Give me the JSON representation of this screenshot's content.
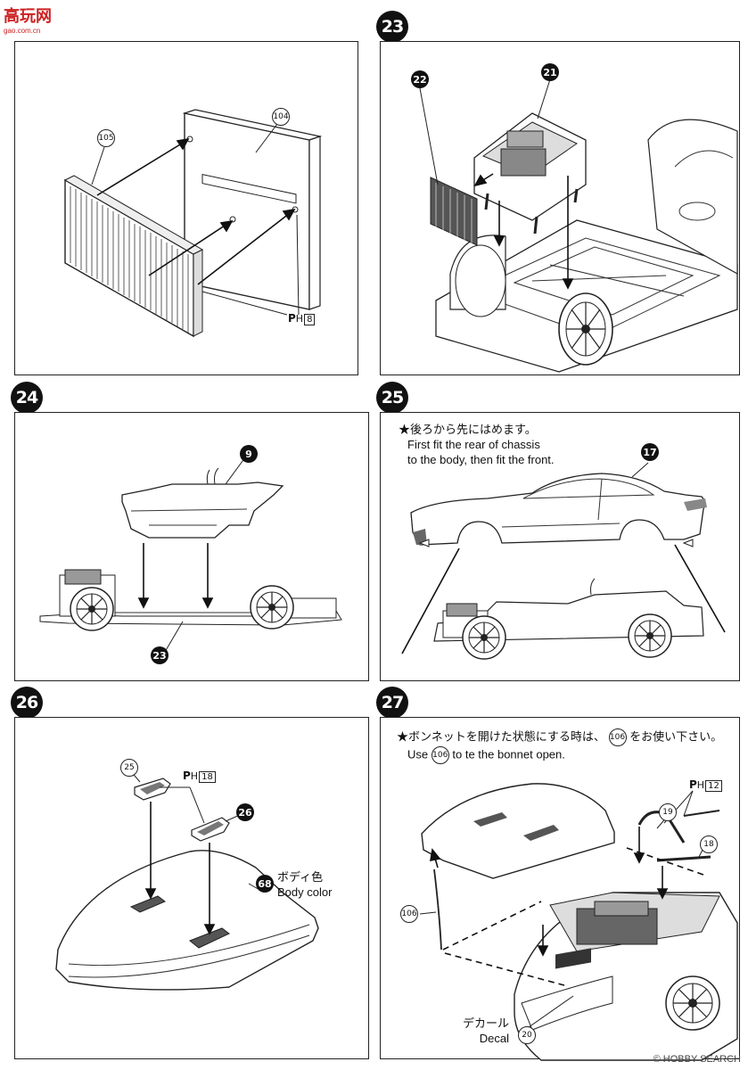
{
  "watermark_top": {
    "text": "高玩网",
    "sub": "gao.com.cn"
  },
  "steps": {
    "s23": "23",
    "s24": "24",
    "s25": "25",
    "s26": "26",
    "s27": "27"
  },
  "parts": {
    "p104": "104",
    "p105": "105",
    "p21": "21",
    "p22": "22",
    "p9": "9",
    "p23": "23",
    "p17": "17",
    "p25": "25",
    "p26": "26",
    "p68": "68",
    "p19": "19",
    "p18": "18",
    "p106": "106",
    "p106b": "106",
    "p106c": "106",
    "p20": "20"
  },
  "ph": {
    "p1_letter": "P",
    "p1_sub": "H",
    "p1_num": "8",
    "p26_num": "18",
    "p27_num": "12"
  },
  "texts": {
    "s25_jp": "★後ろから先にはめます。",
    "s25_en1": "First fit the rear of chassis",
    "s25_en2": "to the body, then fit the front.",
    "s26_jp": "ボディ色",
    "s26_en": "Body color",
    "s27_jp_a": "★ボンネットを開けた状態にする時は、",
    "s27_jp_b": "をお使い下さい。",
    "s27_en_a": "Use",
    "s27_en_b": "to te the bonnet open.",
    "decal_jp": "デカール",
    "decal_en": "Decal"
  },
  "footer_watermark": "© HOBBY SEARCH"
}
